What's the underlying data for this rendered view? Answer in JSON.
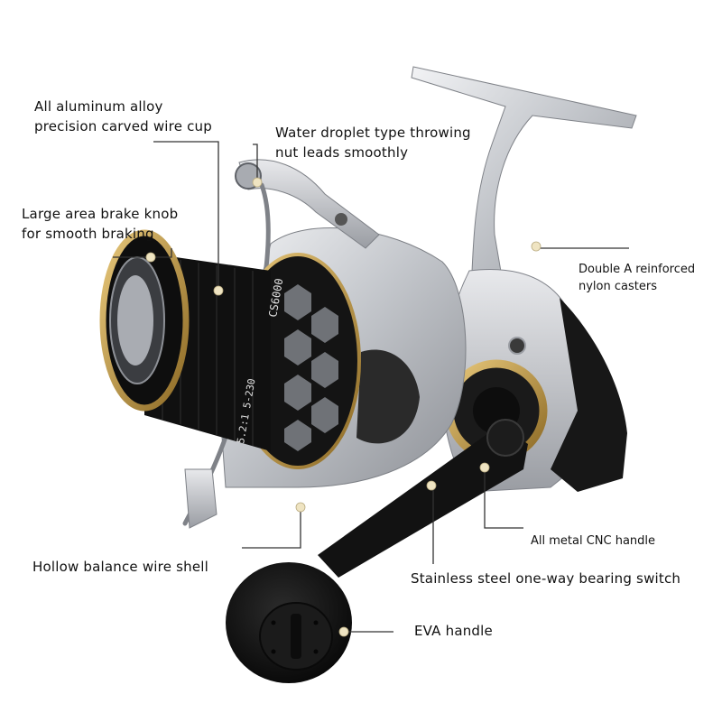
{
  "callouts": {
    "wire_cup": [
      "All aluminum alloy",
      "precision carved wire cup"
    ],
    "throwing_nut": [
      "Water droplet type throwing",
      "nut leads smoothly"
    ],
    "brake_knob": [
      "Large area brake knob",
      "for smooth braking"
    ],
    "nylon_casters": [
      "Double A reinforced",
      "nylon casters"
    ],
    "cnc_handle": "All metal CNC handle",
    "wire_shell": "Hollow balance wire shell",
    "bearing_switch": "Stainless steel one-way bearing switch",
    "eva_handle": "EVA handle"
  },
  "spool_marking": {
    "model": "CS6000",
    "ratio": "5.2:1 5-230"
  },
  "colors": {
    "silver": "#c9ccd1",
    "black": "#141414",
    "gold": "#c9a04a",
    "leader_line": "#333333",
    "dot": "#efe4c2"
  }
}
